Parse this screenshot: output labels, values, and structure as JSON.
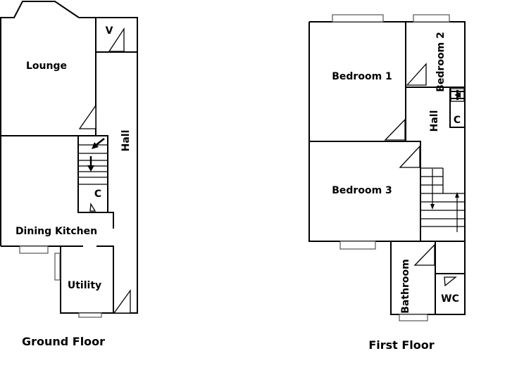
{
  "ground_floor": {
    "caption": "Ground Floor",
    "rooms": {
      "lounge": "Lounge",
      "vestibule": "V",
      "hall": "Hall",
      "cupboard": "C",
      "dining_kitchen": "Dining Kitchen",
      "utility": "Utility"
    }
  },
  "first_floor": {
    "caption": "First Floor",
    "rooms": {
      "bedroom1": "Bedroom 1",
      "bedroom2": "Bedroom 2",
      "bedroom3": "Bedroom 3",
      "hall": "Hall",
      "cupboard": "C",
      "bathroom": "Bathroom",
      "wc": "WC"
    }
  }
}
